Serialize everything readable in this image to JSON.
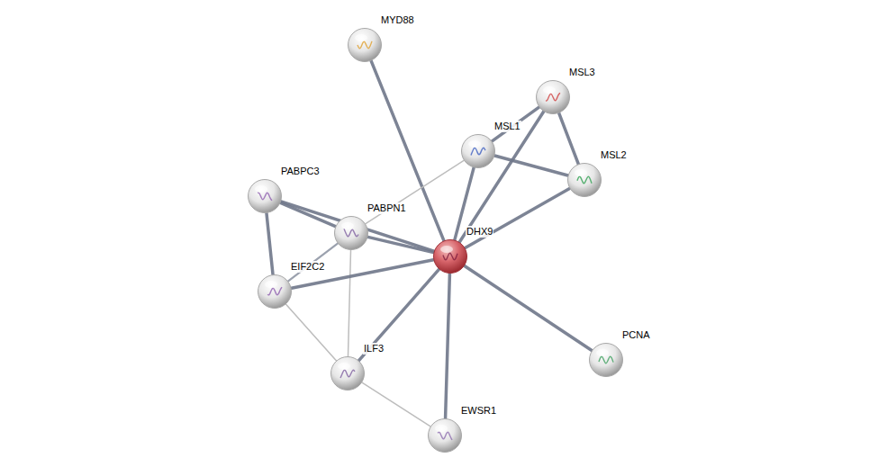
{
  "diagram": {
    "nodes": [
      {
        "text": [
          "MYD88"
        ]
      },
      {
        "text": [
          "MSL3"
        ]
      },
      {
        "text": [
          "MSL1"
        ]
      },
      {
        "text": [
          "MSL2"
        ]
      },
      {
        "text": [
          "PABPC3"
        ]
      },
      {
        "text": [
          "PABPN1"
        ]
      },
      {
        "text": [
          "DHX9"
        ]
      },
      {
        "text": [
          "EIF2C2"
        ]
      },
      {
        "text": [
          "ILF3"
        ]
      },
      {
        "text": [
          "PCNA"
        ]
      },
      {
        "text": [
          "EWSR1"
        ]
      }
    ],
    "edges": [
      {
        "from": 6,
        "to": 0,
        "arrow": "none"
      },
      {
        "from": 2,
        "to": 1,
        "arrow": "none"
      },
      {
        "from": 1,
        "to": 3,
        "arrow": "none"
      },
      {
        "from": 2,
        "to": 3,
        "arrow": "none"
      },
      {
        "from": 6,
        "to": 2,
        "arrow": "none"
      },
      {
        "from": 6,
        "to": 1,
        "arrow": "none"
      },
      {
        "from": 6,
        "to": 3,
        "arrow": "none"
      },
      {
        "from": 2,
        "to": 5,
        "arrow": "none"
      },
      {
        "from": 4,
        "to": 5,
        "arrow": "none"
      },
      {
        "from": 4,
        "to": 6,
        "arrow": "none"
      },
      {
        "from": 4,
        "to": 7,
        "arrow": "none"
      },
      {
        "from": 5,
        "to": 6,
        "arrow": "none"
      },
      {
        "from": 5,
        "to": 7,
        "arrow": "none"
      },
      {
        "from": 5,
        "to": 8,
        "arrow": "none"
      },
      {
        "from": 7,
        "to": 6,
        "arrow": "none"
      },
      {
        "from": 7,
        "to": 8,
        "arrow": "none"
      },
      {
        "from": 8,
        "to": 6,
        "arrow": "none"
      },
      {
        "from": 8,
        "to": 10,
        "arrow": "none"
      },
      {
        "from": 6,
        "to": 10,
        "arrow": "none"
      },
      {
        "from": 6,
        "to": 9,
        "arrow": "none"
      }
    ]
  }
}
